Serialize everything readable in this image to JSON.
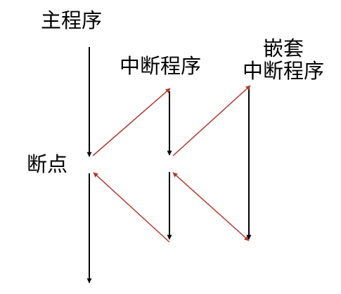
{
  "labels": {
    "main_program": "主程序",
    "interrupt_program": "中断程序",
    "nested_line1": "嵌套",
    "nested_line2": "中断程序",
    "breakpoint": "断点"
  },
  "colors": {
    "flow_arrow": "#000000",
    "transfer_arrow": "#b03a2e"
  }
}
